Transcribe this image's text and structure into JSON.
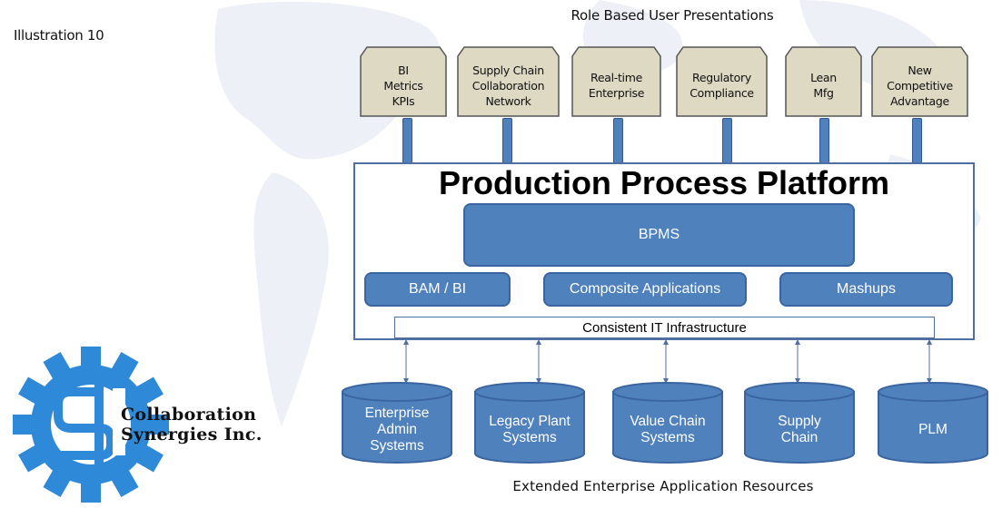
{
  "caption": "Illustration 10",
  "top_title": "Role Based User Presentations",
  "bottom_title": "Extended Enterprise Application Resources",
  "presentations": [
    "BI\nMetrics\nKPIs",
    "Supply Chain\nCollaboration\nNetwork",
    "Real-time\nEnterprise",
    "Regulatory\nCompliance",
    "Lean\nMfg",
    "New\nCompetitive\nAdvantage"
  ],
  "platform": {
    "title": "Production Process Platform",
    "bpms": "BPMS",
    "bam_bi": "BAM / BI",
    "composite": "Composite Applications",
    "mashups": "Mashups",
    "infrastructure": "Consistent IT Infrastructure"
  },
  "resources": [
    "Enterprise\nAdmin\nSystems",
    "Legacy Plant\nSystems",
    "Value Chain\nSystems",
    "Supply\nChain",
    "PLM"
  ],
  "logo": {
    "line1": "Collaboration",
    "line2": "Synergies Inc.",
    "icon": "gear-icon"
  },
  "colors": {
    "box_blue": "#4f81bd",
    "tan": "#ddd9c3",
    "gear_blue": "#2e8ad8"
  }
}
